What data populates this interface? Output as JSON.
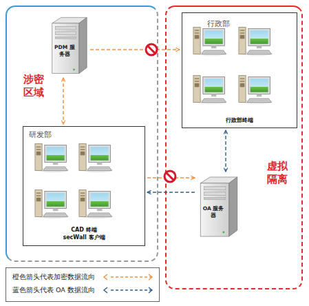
{
  "diagram": {
    "nodes": [
      {
        "text": [
          "涉密区域"
        ]
      },
      {
        "text": [
          "PDM 服务器"
        ],
        "in": 0
      },
      {
        "text": [
          "研发部",
          "CAD 终端 secWall 客户端"
        ],
        "in": 0
      },
      {
        "text": [
          "虚拟隔离"
        ]
      },
      {
        "text": [
          "行政部",
          "行政部终端"
        ],
        "in": 3
      },
      {
        "text": [
          "OA 服务器"
        ],
        "in": 3
      }
    ],
    "edges": [
      {
        "from": 1,
        "to": 4,
        "arrow": "to"
      },
      {
        "from": 1,
        "to": 2,
        "arrow": "both"
      },
      {
        "from": 2,
        "to": 5,
        "arrow": "to"
      },
      {
        "from": 5,
        "to": 2,
        "arrow": "to"
      },
      {
        "from": 4,
        "to": 5,
        "arrow": "both"
      }
    ],
    "legend": [
      {
        "text": "橙色箭头代表加密数据流向"
      },
      {
        "text": "蓝色箭头代表 OA 数据流向"
      }
    ]
  }
}
